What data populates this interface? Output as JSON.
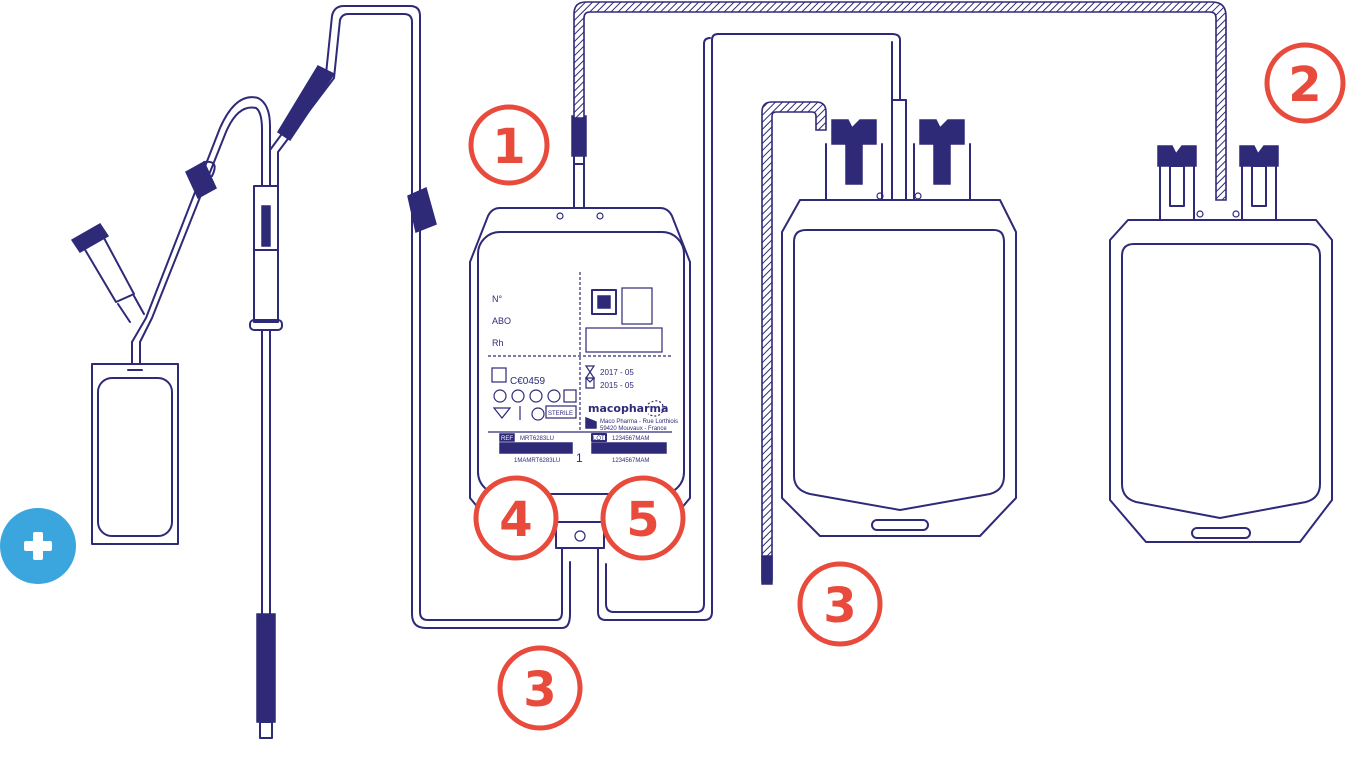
{
  "colors": {
    "ink": "#2e2a78",
    "callout": "#e84a3c",
    "plus_badge": "#3aa6dd"
  },
  "callouts": [
    {
      "label": "1"
    },
    {
      "label": "2"
    },
    {
      "label": "3"
    },
    {
      "label": "3"
    },
    {
      "label": "4"
    },
    {
      "label": "5"
    }
  ],
  "plus_badge": {
    "icon": "plus-icon"
  },
  "label": {
    "field_no": "N°",
    "field_abo": "ABO",
    "field_rh": "Rh",
    "ce_mark": "C€0459",
    "sterile": "STERILE",
    "expiry_date": "2017 - 05",
    "manufacture_date": "2015 - 05",
    "brand": "macopharma",
    "address_line1": "Maco Pharma - Rue Lorthiois",
    "address_line2": "59420 Mouvaux - France",
    "ref_tag": "REF",
    "ref_code": "MRT6283LU",
    "ref_barcode_text": "1MAMRT6283LU",
    "bag_count": "1",
    "lot_tag": "LOT",
    "lot_code": "1234567MAM",
    "lot_barcode_text": "1234567MAM"
  }
}
